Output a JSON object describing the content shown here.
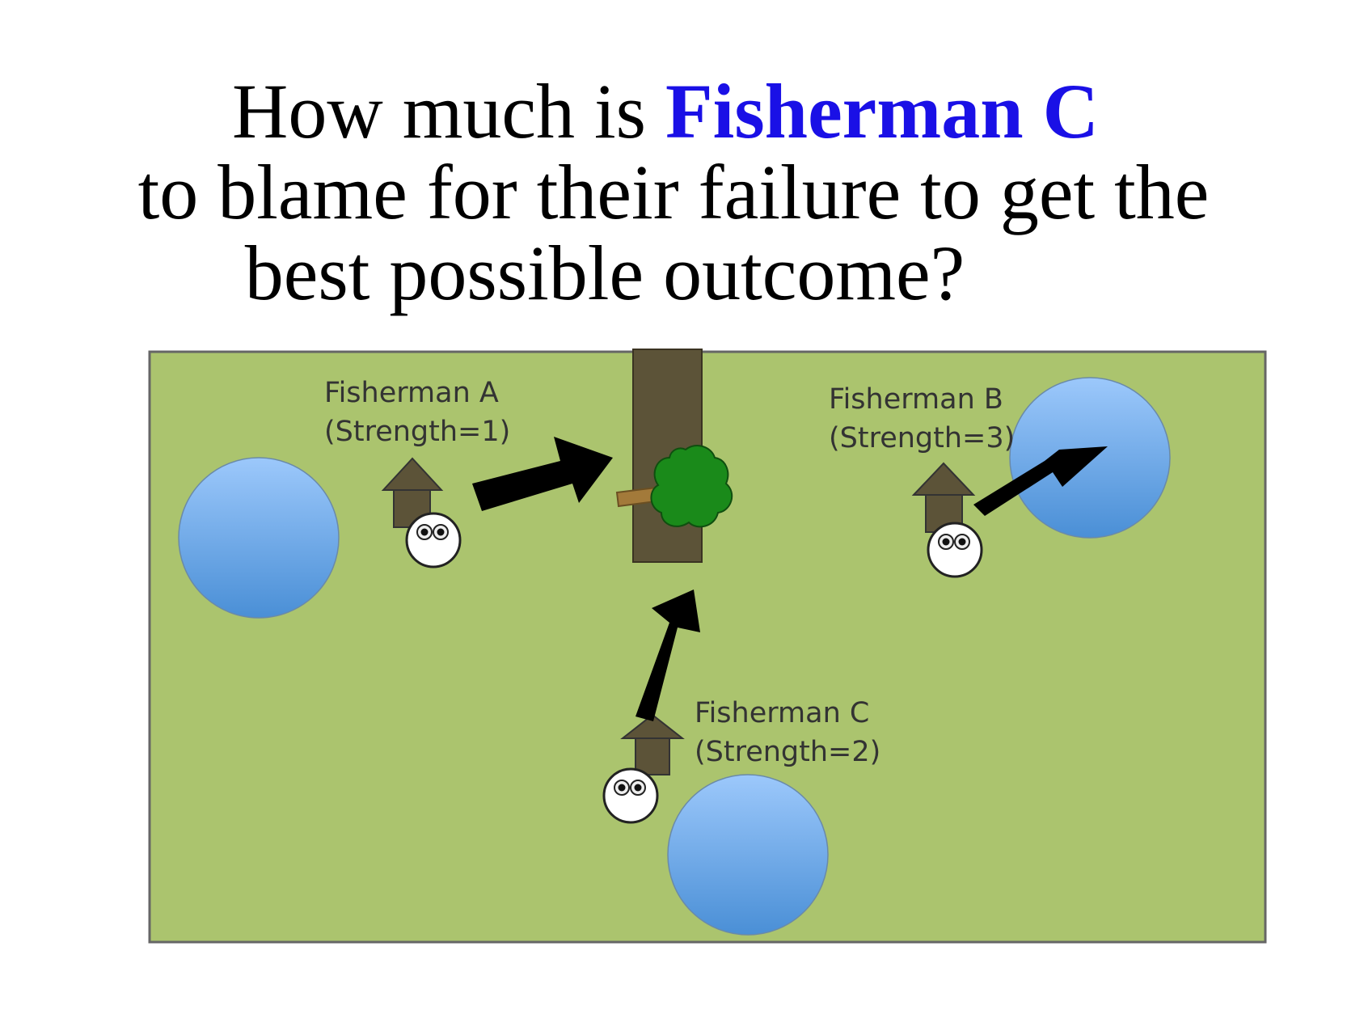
{
  "question": {
    "prefix": "How much is ",
    "highlight": "Fisherman C",
    "line2": "to blame for their failure to get the",
    "line3": "best possible outcome?"
  },
  "colors": {
    "highlight": "#1a10e6",
    "field": "#abc46e",
    "tree_trunk": "#5c5338",
    "foliage": "#1a8a1a",
    "branch": "#a37a3a",
    "house": "#5c5338",
    "arrow": "#000000",
    "pond_top": "#9cc8fb",
    "pond_bottom": "#4a8fd6"
  },
  "fishermen": [
    {
      "name": "Fisherman A",
      "strength": "(Strength=1)"
    },
    {
      "name": "Fisherman B",
      "strength": "(Strength=3)"
    },
    {
      "name": "Fisherman C",
      "strength": "(Strength=2)"
    }
  ],
  "icons": [
    "pond-icon",
    "house-icon",
    "face-icon",
    "arrow-icon",
    "tree-icon"
  ]
}
